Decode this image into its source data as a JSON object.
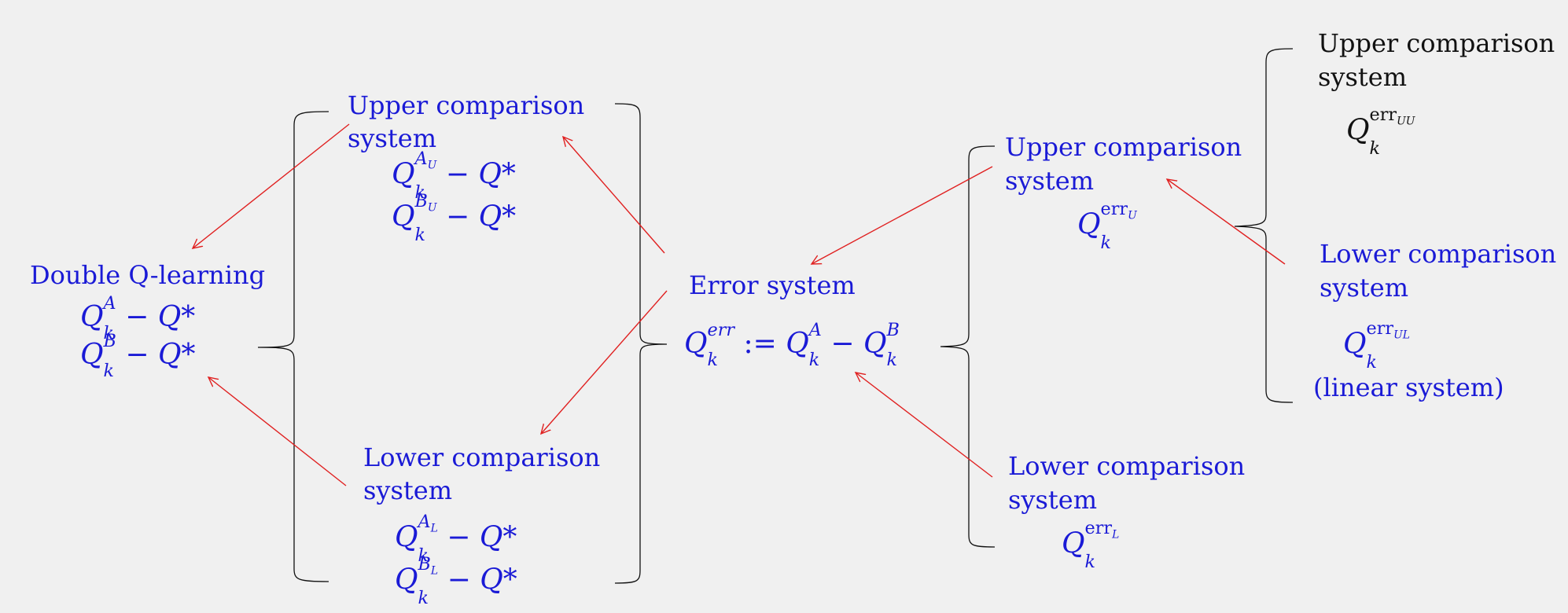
{
  "colors": {
    "blue": "#1a1ad6",
    "black": "#111111",
    "red": "#e02020",
    "background": "#f0f0f0"
  },
  "double_q": {
    "title": "Double Q-learning",
    "expr_a": "Q_k^A − Q*",
    "expr_b": "Q_k^B − Q*"
  },
  "upper_left": {
    "title_line1": "Upper comparison",
    "title_line2": "system",
    "expr_a": "Q_k^{A_U} − Q*",
    "expr_b": "Q_k^{B_U} − Q*"
  },
  "lower_left": {
    "title_line1": "Lower comparison",
    "title_line2": "system",
    "expr_a": "Q_k^{A_L} − Q*",
    "expr_b": "Q_k^{B_L} − Q*"
  },
  "error": {
    "title": "Error system",
    "expr": "Q_k^{err} := Q_k^A − Q_k^B"
  },
  "upper_mid": {
    "title_line1": "Upper comparison",
    "title_line2": "system",
    "expr": "Q_k^{err_U}"
  },
  "lower_mid": {
    "title_line1": "Lower comparison",
    "title_line2": "system",
    "expr": "Q_k^{err_L}"
  },
  "upper_right": {
    "title_line1": "Upper comparison",
    "title_line2": "system",
    "expr": "Q_k^{err_UU}"
  },
  "lower_right": {
    "title_line1": "Lower comparison",
    "title_line2": "system",
    "expr": "Q_k^{err_UL}",
    "note": "(linear system)"
  },
  "glyphs": {
    "Q": "Q",
    "k": "k",
    "minus": "−",
    "qstar": "Q*",
    "assign": ":=",
    "A": "A",
    "B": "B",
    "AU": "A",
    "AU_sub": "U",
    "BU": "B",
    "BU_sub": "U",
    "AL": "A",
    "AL_sub": "L",
    "BL": "B",
    "BL_sub": "L",
    "err": "err",
    "errU": "err",
    "errU_sub": "U",
    "errL": "err",
    "errL_sub": "L",
    "errUU": "err",
    "errUU_sub": "UU",
    "errUL": "err",
    "errUL_sub": "UL"
  }
}
